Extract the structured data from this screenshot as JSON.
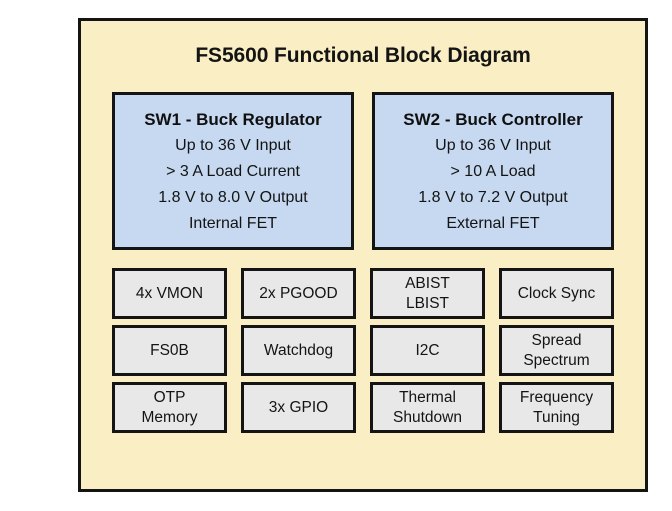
{
  "diagram": {
    "title": "FS5600 Functional Block Diagram",
    "colors": {
      "page_background": "#ffffff",
      "panel_background": "#faefc4",
      "panel_border": "#141414",
      "regulator_block_fill": "#c6d9f1",
      "feature_block_fill": "#e8e8e8",
      "text": "#141414"
    },
    "regulator_blocks": [
      {
        "name": "sw1-buck-regulator",
        "title": "SW1 - Buck Regulator",
        "specs": [
          "Up to 36 V Input",
          "> 3 A Load Current",
          "1.8 V to 8.0 V Output",
          "Internal FET"
        ]
      },
      {
        "name": "sw2-buck-controller",
        "title": "SW2 - Buck Controller",
        "specs": [
          "Up to 36 V Input",
          "> 10 A Load",
          "1.8 V to 7.2 V Output",
          "External FET"
        ]
      }
    ],
    "feature_blocks": [
      {
        "name": "vmon",
        "lines": [
          "4x VMON"
        ]
      },
      {
        "name": "pgood",
        "lines": [
          "2x PGOOD"
        ]
      },
      {
        "name": "abist-lbist",
        "lines": [
          "ABIST",
          "LBIST"
        ]
      },
      {
        "name": "clock-sync",
        "lines": [
          "Clock Sync"
        ]
      },
      {
        "name": "fs0b",
        "lines": [
          "FS0B"
        ]
      },
      {
        "name": "watchdog",
        "lines": [
          "Watchdog"
        ]
      },
      {
        "name": "i2c",
        "lines": [
          "I2C"
        ]
      },
      {
        "name": "spread-spectrum",
        "lines": [
          "Spread",
          "Spectrum"
        ]
      },
      {
        "name": "otp-memory",
        "lines": [
          "OTP",
          "Memory"
        ]
      },
      {
        "name": "gpio",
        "lines": [
          "3x GPIO"
        ]
      },
      {
        "name": "thermal-shutdown",
        "lines": [
          "Thermal",
          "Shutdown"
        ]
      },
      {
        "name": "frequency-tuning",
        "lines": [
          "Frequency",
          "Tuning"
        ]
      }
    ]
  }
}
